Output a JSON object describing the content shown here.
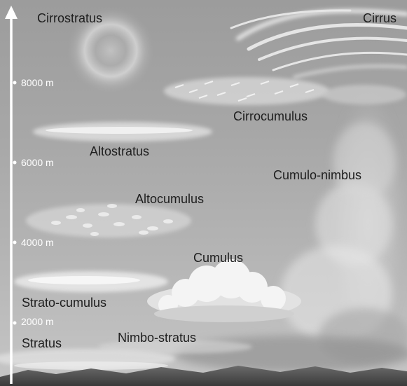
{
  "altitude_axis": {
    "ticks": [
      {
        "label": "8000 m"
      },
      {
        "label": "6000 m"
      },
      {
        "label": "4000 m"
      },
      {
        "label": "2000 m"
      }
    ]
  },
  "cloud_labels": {
    "cirrostratus": "Cirrostratus",
    "cirrus": "Cirrus",
    "cirrocumulus": "Cirrocumulus",
    "altostratus": "Altostratus",
    "cumulonimbus": "Cumulo-nimbus",
    "altocumulus": "Altocumulus",
    "cumulus": "Cumulus",
    "stratocumulus": "Strato-cumulus",
    "stratus": "Stratus",
    "nimbostratus": "Nimbo-stratus"
  }
}
